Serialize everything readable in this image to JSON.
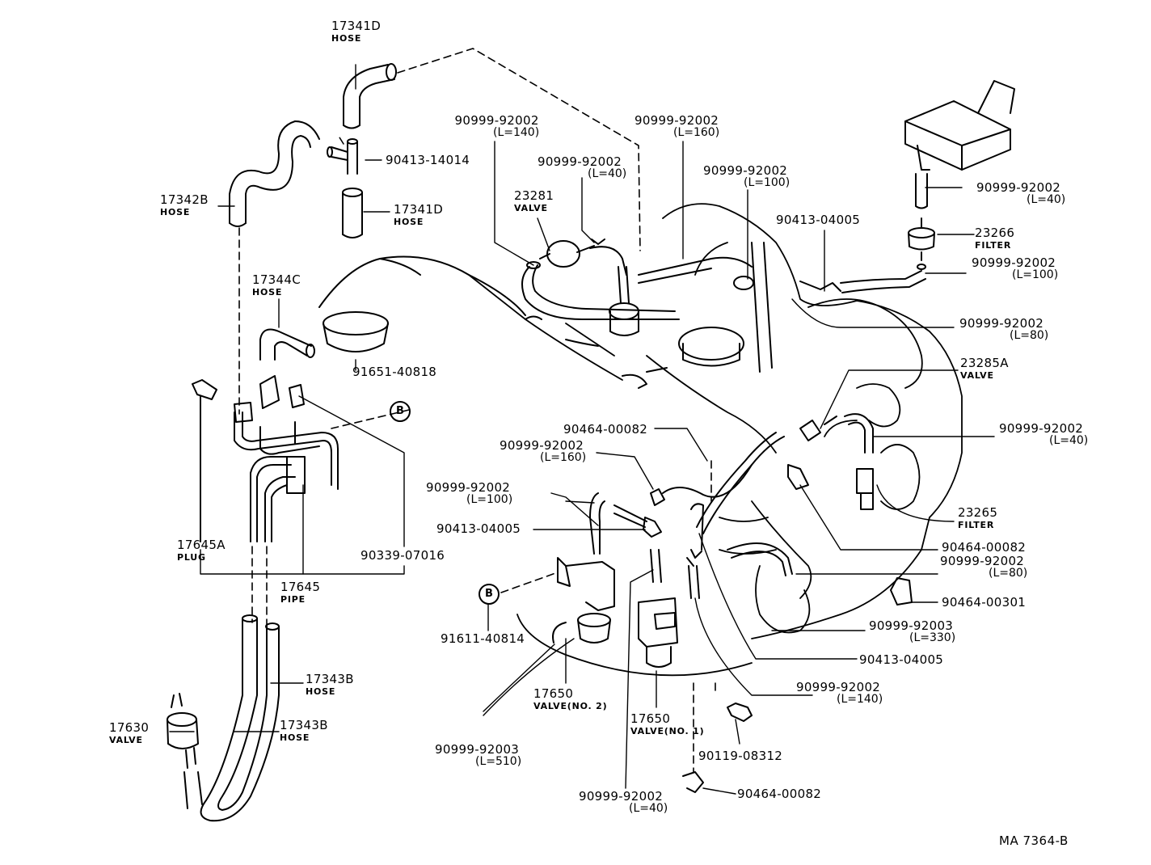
{
  "labels": {
    "l_17341d_top": {
      "pn": "17341D",
      "sub": "HOSE"
    },
    "l_90413_14014": {
      "pn": "90413-14014"
    },
    "l_17342b": {
      "pn": "17342B",
      "sub": "HOSE"
    },
    "l_17341d_mid": {
      "pn": "17341D",
      "sub": "HOSE"
    },
    "l_17344c": {
      "pn": "17344C",
      "sub": "HOSE"
    },
    "l_91651_40818": {
      "pn": "91651-40818"
    },
    "l_17645a": {
      "pn": "17645A",
      "sub": "PLUG"
    },
    "l_90339_07016": {
      "pn": "90339-07016"
    },
    "l_17645": {
      "pn": "17645",
      "sub": "PIPE"
    },
    "l_17343b_1": {
      "pn": "17343B",
      "sub": "HOSE"
    },
    "l_17343b_2": {
      "pn": "17343B",
      "sub": "HOSE"
    },
    "l_17630": {
      "pn": "17630",
      "sub": "VALVE"
    },
    "l_hose_l140_top": {
      "pn": "90999-92002",
      "len": "(L=140)"
    },
    "l_hose_l40_top": {
      "pn": "90999-92002",
      "len": "(L=40)"
    },
    "l_23281": {
      "pn": "23281",
      "sub": "VALVE"
    },
    "l_hose_l160_top": {
      "pn": "90999-92002",
      "len": "(L=160)"
    },
    "l_hose_l100_top": {
      "pn": "90999-92002",
      "len": "(L=100)"
    },
    "l_90413_04005_top": {
      "pn": "90413-04005"
    },
    "l_hose_l40_right": {
      "pn": "90999-92002",
      "len": "(L=40)"
    },
    "l_23266": {
      "pn": "23266",
      "sub": "FILTER"
    },
    "l_hose_l100_right": {
      "pn": "90999-92002",
      "len": "(L=100)"
    },
    "l_hose_l80_right": {
      "pn": "90999-92002",
      "len": "(L=80)"
    },
    "l_23285a": {
      "pn": "23285A",
      "sub": "VALVE"
    },
    "l_hose_l40_mid": {
      "pn": "90999-92002",
      "len": "(L=40)"
    },
    "l_23265": {
      "pn": "23265",
      "sub": "FILTER"
    },
    "l_90464_00082_r": {
      "pn": "90464-00082"
    },
    "l_hose_l80_low": {
      "pn": "90999-92002",
      "len": "(L=80)"
    },
    "l_90464_00301": {
      "pn": "90464-00301"
    },
    "l_hose_l330": {
      "pn": "90999-92003",
      "len": "(L=330)"
    },
    "l_90413_04005_low": {
      "pn": "90413-04005"
    },
    "l_hose_l140_low": {
      "pn": "90999-92002",
      "len": "(L=140)"
    },
    "l_90119_08312": {
      "pn": "90119-08312"
    },
    "l_90464_00082_bot": {
      "pn": "90464-00082"
    },
    "l_90464_00082_mid": {
      "pn": "90464-00082"
    },
    "l_hose_l160_mid": {
      "pn": "90999-92002",
      "len": "(L=160)"
    },
    "l_hose_l100_mid": {
      "pn": "90999-92002",
      "len": "(L=100)"
    },
    "l_90413_04005_mid": {
      "pn": "90413-04005"
    },
    "l_91611_40814": {
      "pn": "91611-40814"
    },
    "l_17650_no2": {
      "pn": "17650",
      "sub": "VALVE(NO. 2)"
    },
    "l_17650_no1": {
      "pn": "17650",
      "sub": "VALVE(NO. 1)"
    },
    "l_hose_l510": {
      "pn": "90999-92003",
      "len": "(L=510)"
    },
    "l_hose_l40_bot": {
      "pn": "90999-92002",
      "len": "(L=40)"
    }
  },
  "ref_marks": {
    "b_top": "B",
    "b_left": "B"
  },
  "drawing_code": "MA 7364-B"
}
